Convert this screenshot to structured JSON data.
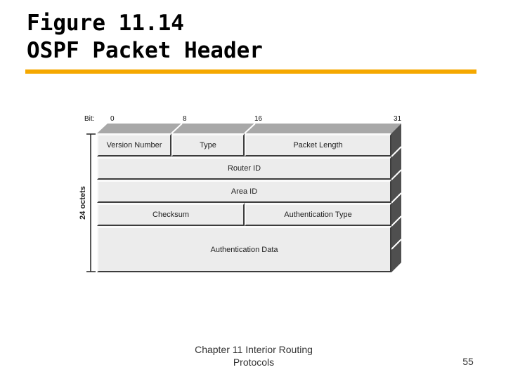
{
  "slide": {
    "title_line1": "Figure 11.14",
    "title_line2": "OSPF Packet Header",
    "footer_line1": "Chapter 11 Interior Routing",
    "footer_line2": "Protocols",
    "page_number": "55"
  },
  "diagram": {
    "bit_label": "Bit:",
    "bit_markers": [
      "0",
      "8",
      "16",
      "31"
    ],
    "size_label": "24 octets",
    "fields": {
      "version_number": "Version Number",
      "type": "Type",
      "packet_length": "Packet Length",
      "router_id": "Router ID",
      "area_id": "Area ID",
      "checksum": "Checksum",
      "authentication_type": "Authentication Type",
      "authentication_data": "Authentication Data"
    }
  },
  "colors": {
    "accent_rule": "#f5a800",
    "field_fill": "#ececec",
    "bevel_top": "#a8a8a8",
    "bevel_side": "#4f4f4f"
  }
}
